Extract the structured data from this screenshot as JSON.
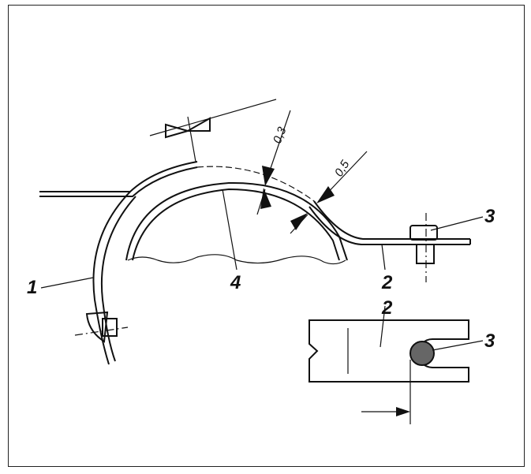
{
  "labels": {
    "clamp": "1",
    "strap": "2",
    "bolt_top": "3",
    "bolt_detail": "3",
    "strap_detail": "2",
    "shoe": "4"
  },
  "dimensions": {
    "gap_top": "0,3",
    "gap_side": "0,5"
  },
  "colors": {
    "line": "#111111",
    "background": "#ffffff",
    "hatch": "#444444"
  }
}
